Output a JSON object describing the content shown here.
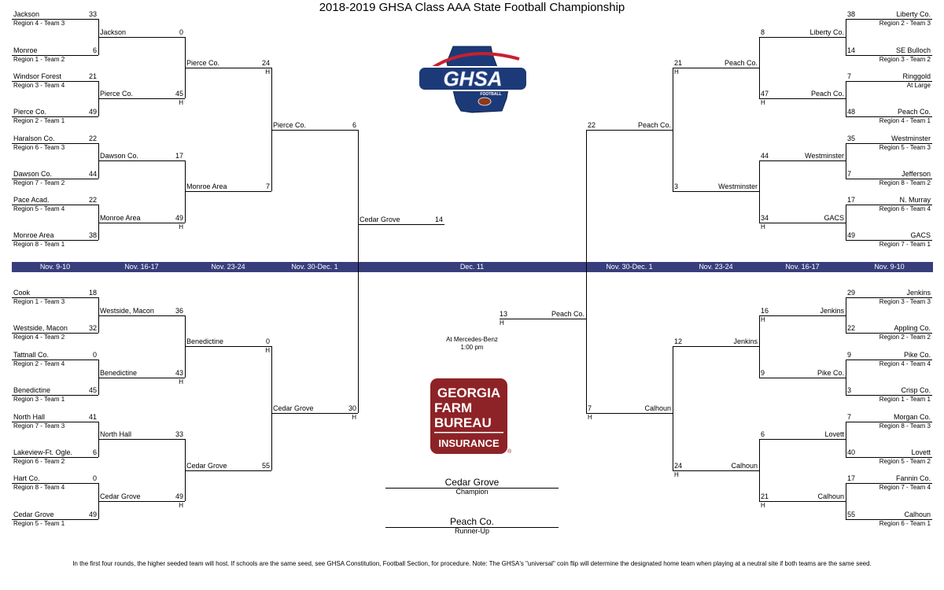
{
  "title": "2018-2019 GHSA Class AAA State Football Championship",
  "colors": {
    "band": "#383e7c",
    "sponsor": "#8e2327",
    "ghsa_navy": "#1d3a78",
    "ghsa_red": "#c8202f"
  },
  "rounds": [
    "Nov. 9-10",
    "Nov. 16-17",
    "Nov. 23-24",
    "Nov. 30-Dec. 1",
    "Dec. 11",
    "Nov. 30-Dec. 1",
    "Nov. 23-24",
    "Nov. 16-17",
    "Nov. 9-10"
  ],
  "left_r1": [
    {
      "team": "Jackson",
      "seed": "Region 4 - Team 3",
      "score": "33"
    },
    {
      "team": "Monroe",
      "seed": "Region 1 - Team 2",
      "score": "6"
    },
    {
      "team": "Windsor Forest",
      "seed": "Region 3 - Team 4",
      "score": "21"
    },
    {
      "team": "Pierce Co.",
      "seed": "Region 2 - Team 1",
      "score": "49"
    },
    {
      "team": "Haralson Co.",
      "seed": "Region 6 - Team 3",
      "score": "22"
    },
    {
      "team": "Dawson Co.",
      "seed": "Region 7 - Team 2",
      "score": "44"
    },
    {
      "team": "Pace Acad.",
      "seed": "Region 5 - Team 4",
      "score": "22"
    },
    {
      "team": "Monroe Area",
      "seed": "Region 8 - Team 1",
      "score": "38"
    },
    {
      "team": "Cook",
      "seed": "Region 1 - Team 3",
      "score": "18"
    },
    {
      "team": "Westside, Macon",
      "seed": "Region 4 - Team 2",
      "score": "32"
    },
    {
      "team": "Tattnall Co.",
      "seed": "Region 2 - Team 4",
      "score": "0"
    },
    {
      "team": "Benedictine",
      "seed": "Region 3 - Team 1",
      "score": "45"
    },
    {
      "team": "North Hall",
      "seed": "Region 7 - Team 3",
      "score": "41"
    },
    {
      "team": "Lakeview-Ft. Ogle.",
      "seed": "Region 6 - Team 2",
      "score": "6"
    },
    {
      "team": "Hart Co.",
      "seed": "Region 8 - Team 4",
      "score": "0"
    },
    {
      "team": "Cedar Grove",
      "seed": "Region 5 - Team 1",
      "score": "49"
    }
  ],
  "left_r2": [
    {
      "team": "Jackson",
      "score": "0",
      "host": ""
    },
    {
      "team": "Pierce Co.",
      "score": "45",
      "host": "H"
    },
    {
      "team": "Dawson Co.",
      "score": "17",
      "host": ""
    },
    {
      "team": "Monroe Area",
      "score": "49",
      "host": "H"
    },
    {
      "team": "Westside, Macon",
      "score": "36",
      "host": ""
    },
    {
      "team": "Benedictine",
      "score": "43",
      "host": "H"
    },
    {
      "team": "North Hall",
      "score": "33",
      "host": ""
    },
    {
      "team": "Cedar Grove",
      "score": "49",
      "host": "H"
    }
  ],
  "left_r3": [
    {
      "team": "Pierce Co.",
      "score": "24",
      "host": "H"
    },
    {
      "team": "Monroe Area",
      "score": "7",
      "host": ""
    },
    {
      "team": "Benedictine",
      "score": "0",
      "host": "H"
    },
    {
      "team": "Cedar Grove",
      "score": "55",
      "host": ""
    }
  ],
  "left_r4": [
    {
      "team": "Pierce Co.",
      "score": "6",
      "host": ""
    },
    {
      "team": "Cedar Grove",
      "score": "30",
      "host": "H"
    }
  ],
  "final_left": {
    "team": "Cedar Grove",
    "score": "14"
  },
  "right_r1": [
    {
      "team": "Liberty Co.",
      "seed": "Region 2 - Team 3",
      "score": "38"
    },
    {
      "team": "SE Bulloch",
      "seed": "Region 3 - Team 2",
      "score": "14"
    },
    {
      "team": "Ringgold",
      "seed": "At Large",
      "score": "7"
    },
    {
      "team": "Peach Co.",
      "seed": "Region 4 - Team 1",
      "score": "48"
    },
    {
      "team": "Westminster",
      "seed": "Region 5 - Team 3",
      "score": "35"
    },
    {
      "team": "Jefferson",
      "seed": "Region 8 - Team 2",
      "score": "7"
    },
    {
      "team": "N. Murray",
      "seed": "Region 6 - Team 4",
      "score": "17"
    },
    {
      "team": "GACS",
      "seed": "Region 7 - Team 1",
      "score": "49"
    },
    {
      "team": "Jenkins",
      "seed": "Region 3 - Team 3",
      "score": "29"
    },
    {
      "team": "Appling Co.",
      "seed": "Region 2 - Team 2",
      "score": "22"
    },
    {
      "team": "Pike Co.",
      "seed": "Region 4 - Team 4",
      "score": "9"
    },
    {
      "team": "Crisp Co.",
      "seed": "Region 1 - Team 1",
      "score": "3"
    },
    {
      "team": "Morgan Co.",
      "seed": "Region 8 - Team 3",
      "score": "7"
    },
    {
      "team": "Lovett",
      "seed": "Region 5 - Team 2",
      "score": "40"
    },
    {
      "team": "Fannin Co.",
      "seed": "Region 7 - Team 4",
      "score": "17"
    },
    {
      "team": "Calhoun",
      "seed": "Region 6 - Team 1",
      "score": "55"
    }
  ],
  "right_r2": [
    {
      "team": "Liberty Co.",
      "score": "8",
      "host": ""
    },
    {
      "team": "Peach Co.",
      "score": "47",
      "host": "H"
    },
    {
      "team": "Westminster",
      "score": "44",
      "host": ""
    },
    {
      "team": "GACS",
      "score": "34",
      "host": "H"
    },
    {
      "team": "Jenkins",
      "score": "16",
      "host": "H"
    },
    {
      "team": "Pike Co.",
      "score": "9",
      "host": ""
    },
    {
      "team": "Lovett",
      "score": "6",
      "host": ""
    },
    {
      "team": "Calhoun",
      "score": "21",
      "host": "H"
    }
  ],
  "right_r3": [
    {
      "team": "Peach Co.",
      "score": "21",
      "host": "H"
    },
    {
      "team": "Westminster",
      "score": "3",
      "host": ""
    },
    {
      "team": "Jenkins",
      "score": "12",
      "host": ""
    },
    {
      "team": "Calhoun",
      "score": "24",
      "host": "H"
    }
  ],
  "right_r4": [
    {
      "team": "Peach Co.",
      "score": "22",
      "host": ""
    },
    {
      "team": "Calhoun",
      "score": "7",
      "host": "H"
    }
  ],
  "final_right": {
    "team": "Peach Co.",
    "score": "13",
    "host": "H"
  },
  "venue": {
    "line1": "At Mercedes-Benz",
    "line2": "1:00 pm"
  },
  "champion": {
    "team": "Cedar Grove",
    "label": "Champion"
  },
  "runner_up": {
    "team": "Peach Co.",
    "label": "Runner-Up"
  },
  "ghsa_logo": {
    "text": "GHSA",
    "sub": "FOOTBALL"
  },
  "sponsor": {
    "line1": "GEORGIA",
    "line2": "FARM",
    "line3": "BUREAU",
    "line4": "INSURANCE",
    "reg": "®"
  },
  "footnote": "In the first four rounds, the higher seeded team will host. If schools are the same seed, see GHSA Constitution, Football Section, for procedure.  Note: The GHSA's \"universal\" coin flip will determine the designated home team when playing at a neutral site if both teams are the same seed."
}
